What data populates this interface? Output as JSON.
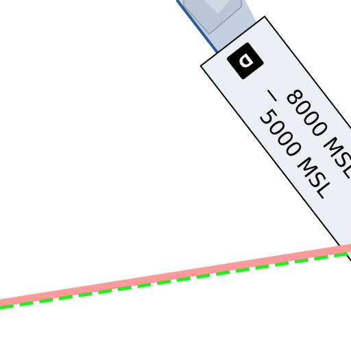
{
  "map": {
    "airspace_label": {
      "class_letter": "D",
      "ceiling": "8000 MSL",
      "floor": "5000 MSL"
    },
    "colors": {
      "background": "#ffffff",
      "airspace_boundary": "#2f5a9a",
      "airspace_band": "#c2cfdf",
      "label_fill": "#eaf0f6",
      "route_halo": "#ff9a9a",
      "route_dashes": "#22ee22"
    }
  }
}
